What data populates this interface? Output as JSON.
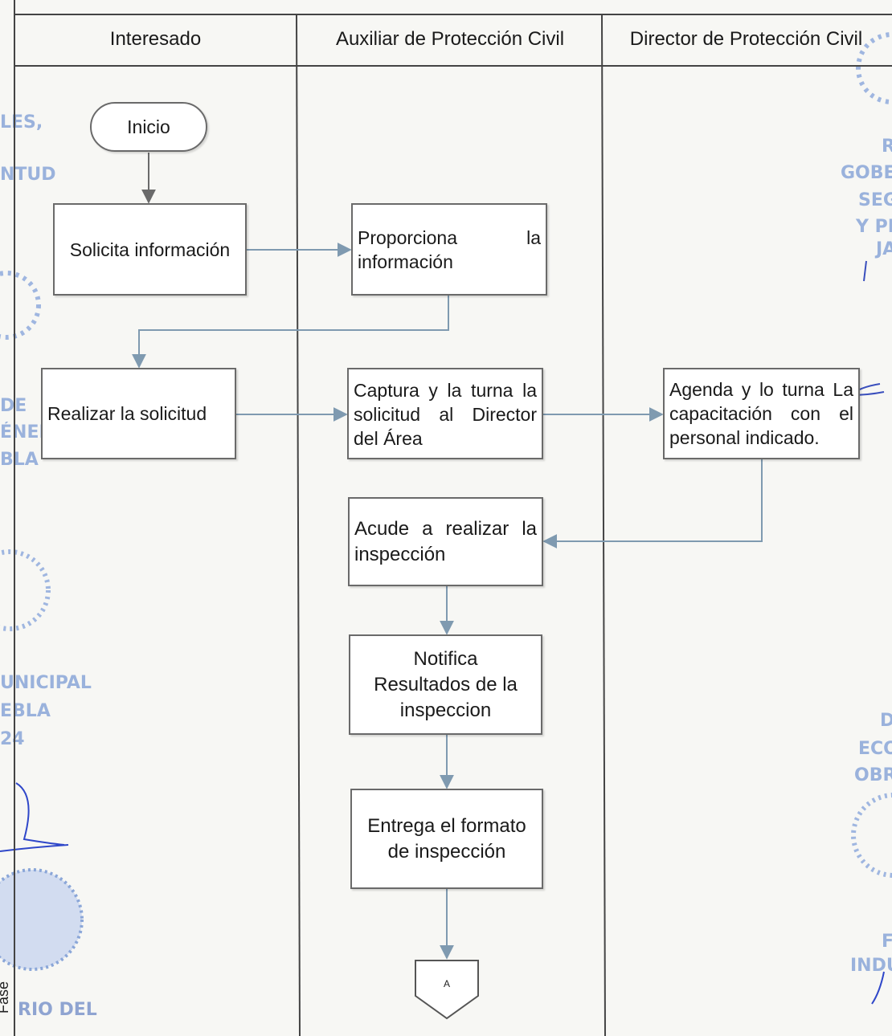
{
  "diagram": {
    "lanes": [
      "Interesado",
      "Auxiliar de Protección Civil",
      "Director de Protección Civil"
    ],
    "start": "Inicio",
    "steps": {
      "solicita": "Solicita información",
      "proporciona_1": "Proporciona la",
      "proporciona_2": "información",
      "realizar": "Realizar la solicitud",
      "captura_1": "Captura y la turna la",
      "captura_2": "solicitud al Director",
      "captura_3": "del Área",
      "agenda_1": "Agenda y lo turna La",
      "agenda_2": "capacitación con el",
      "agenda_3": "personal indicado.",
      "acude_1": "Acude a realizar la",
      "acude_2": "inspección",
      "notifica_1": "Notifica",
      "notifica_2": "Resultados de la",
      "notifica_3": "inspeccion",
      "entrega_1": "Entrega el formato",
      "entrega_2": "de inspección"
    },
    "connector": "A"
  },
  "stamps": {
    "left": [
      "LES,",
      "NTUD",
      "DE",
      "ÉNERO",
      "BLA",
      "UNICIPAL",
      "EBLA",
      "24",
      "RIO DEL"
    ],
    "right": [
      "R",
      "GOBER",
      "SEG",
      "Y PR",
      "JA",
      "D",
      "ECO",
      "OBRA",
      "F",
      "INDU"
    ],
    "side_text": "Fase"
  },
  "colors": {
    "line": "#6a6a6a",
    "arrow": "#7f9ab0",
    "stamp": "#8aa6d8"
  }
}
